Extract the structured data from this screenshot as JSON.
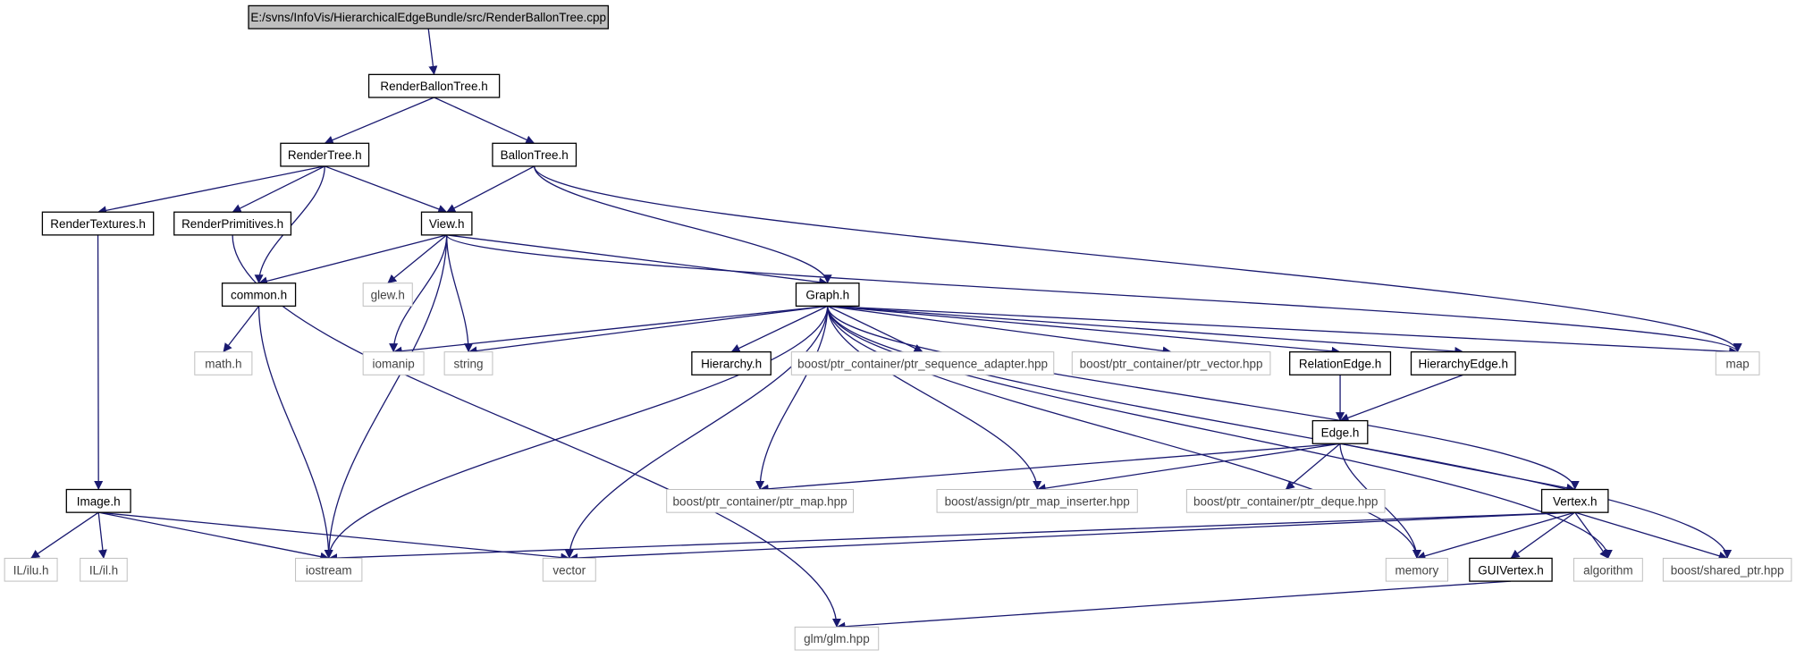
{
  "colors": {
    "edge": "#191970",
    "root_fill": "#bfbfbf",
    "documented_border": "#000000",
    "external_border": "#bfbfbf",
    "external_text": "#444444"
  },
  "nodes": {
    "root": {
      "label": "E:/svns/InfoVis/HierarchicalEdgeBundle/src/RenderBallonTree.cpp",
      "kind": "root"
    },
    "renderballontree_h": {
      "label": "RenderBallonTree.h",
      "kind": "documented"
    },
    "rendertree_h": {
      "label": "RenderTree.h",
      "kind": "documented"
    },
    "ballontree_h": {
      "label": "BallonTree.h",
      "kind": "documented"
    },
    "rendertextures_h": {
      "label": "RenderTextures.h",
      "kind": "documented"
    },
    "renderprimitives_h": {
      "label": "RenderPrimitives.h",
      "kind": "documented"
    },
    "view_h": {
      "label": "View.h",
      "kind": "documented"
    },
    "common_h": {
      "label": "common.h",
      "kind": "documented"
    },
    "glew_h": {
      "label": "glew.h",
      "kind": "external"
    },
    "graph_h": {
      "label": "Graph.h",
      "kind": "documented"
    },
    "math_h": {
      "label": "math.h",
      "kind": "external"
    },
    "iomanip": {
      "label": "iomanip",
      "kind": "external"
    },
    "string": {
      "label": "string",
      "kind": "external"
    },
    "hierarchy_h": {
      "label": "Hierarchy.h",
      "kind": "documented"
    },
    "ptr_sequence_adapter": {
      "label": "boost/ptr_container/ptr_sequence_adapter.hpp",
      "kind": "external"
    },
    "ptr_vector": {
      "label": "boost/ptr_container/ptr_vector.hpp",
      "kind": "external"
    },
    "relationedge_h": {
      "label": "RelationEdge.h",
      "kind": "documented"
    },
    "hierarchyedge_h": {
      "label": "HierarchyEdge.h",
      "kind": "documented"
    },
    "map": {
      "label": "map",
      "kind": "external"
    },
    "edge_h": {
      "label": "Edge.h",
      "kind": "documented"
    },
    "image_h": {
      "label": "Image.h",
      "kind": "documented"
    },
    "ptr_map": {
      "label": "boost/ptr_container/ptr_map.hpp",
      "kind": "external"
    },
    "ptr_map_inserter": {
      "label": "boost/assign/ptr_map_inserter.hpp",
      "kind": "external"
    },
    "ptr_deque": {
      "label": "boost/ptr_container/ptr_deque.hpp",
      "kind": "external"
    },
    "vertex_h": {
      "label": "Vertex.h",
      "kind": "documented"
    },
    "il_ilu_h": {
      "label": "IL/ilu.h",
      "kind": "external"
    },
    "il_il_h": {
      "label": "IL/il.h",
      "kind": "external"
    },
    "iostream": {
      "label": "iostream",
      "kind": "external"
    },
    "vector": {
      "label": "vector",
      "kind": "external"
    },
    "memory": {
      "label": "memory",
      "kind": "external"
    },
    "guivertex_h": {
      "label": "GUIVertex.h",
      "kind": "documented"
    },
    "algorithm": {
      "label": "algorithm",
      "kind": "external"
    },
    "shared_ptr": {
      "label": "boost/shared_ptr.hpp",
      "kind": "external"
    },
    "glm_hpp": {
      "label": "glm/glm.hpp",
      "kind": "external"
    }
  },
  "edges": [
    [
      "root",
      "renderballontree_h"
    ],
    [
      "renderballontree_h",
      "rendertree_h"
    ],
    [
      "renderballontree_h",
      "ballontree_h"
    ],
    [
      "rendertree_h",
      "rendertextures_h"
    ],
    [
      "rendertree_h",
      "renderprimitives_h"
    ],
    [
      "rendertree_h",
      "view_h"
    ],
    [
      "rendertree_h",
      "common_h"
    ],
    [
      "ballontree_h",
      "view_h"
    ],
    [
      "ballontree_h",
      "graph_h"
    ],
    [
      "ballontree_h",
      "map"
    ],
    [
      "rendertextures_h",
      "image_h"
    ],
    [
      "renderprimitives_h",
      "glm_hpp"
    ],
    [
      "view_h",
      "common_h"
    ],
    [
      "view_h",
      "glew_h"
    ],
    [
      "view_h",
      "iomanip"
    ],
    [
      "view_h",
      "string"
    ],
    [
      "view_h",
      "iostream"
    ],
    [
      "view_h",
      "graph_h"
    ],
    [
      "view_h",
      "map"
    ],
    [
      "common_h",
      "math_h"
    ],
    [
      "common_h",
      "iostream"
    ],
    [
      "graph_h",
      "iomanip"
    ],
    [
      "graph_h",
      "string"
    ],
    [
      "graph_h",
      "iostream"
    ],
    [
      "graph_h",
      "vector"
    ],
    [
      "graph_h",
      "ptr_map"
    ],
    [
      "graph_h",
      "ptr_map_inserter"
    ],
    [
      "graph_h",
      "hierarchy_h"
    ],
    [
      "graph_h",
      "ptr_sequence_adapter"
    ],
    [
      "graph_h",
      "ptr_vector"
    ],
    [
      "graph_h",
      "relationedge_h"
    ],
    [
      "graph_h",
      "hierarchyedge_h"
    ],
    [
      "graph_h",
      "memory"
    ],
    [
      "graph_h",
      "vertex_h"
    ],
    [
      "graph_h",
      "algorithm"
    ],
    [
      "graph_h",
      "shared_ptr"
    ],
    [
      "graph_h",
      "map"
    ],
    [
      "relationedge_h",
      "edge_h"
    ],
    [
      "hierarchyedge_h",
      "edge_h"
    ],
    [
      "edge_h",
      "ptr_map"
    ],
    [
      "edge_h",
      "ptr_map_inserter"
    ],
    [
      "edge_h",
      "ptr_deque"
    ],
    [
      "edge_h",
      "memory"
    ],
    [
      "edge_h",
      "vertex_h"
    ],
    [
      "image_h",
      "il_ilu_h"
    ],
    [
      "image_h",
      "il_il_h"
    ],
    [
      "image_h",
      "iostream"
    ],
    [
      "image_h",
      "vector"
    ],
    [
      "vertex_h",
      "iostream"
    ],
    [
      "vertex_h",
      "vector"
    ],
    [
      "vertex_h",
      "memory"
    ],
    [
      "vertex_h",
      "guivertex_h"
    ],
    [
      "vertex_h",
      "algorithm"
    ],
    [
      "vertex_h",
      "shared_ptr"
    ],
    [
      "guivertex_h",
      "glm_hpp"
    ]
  ]
}
